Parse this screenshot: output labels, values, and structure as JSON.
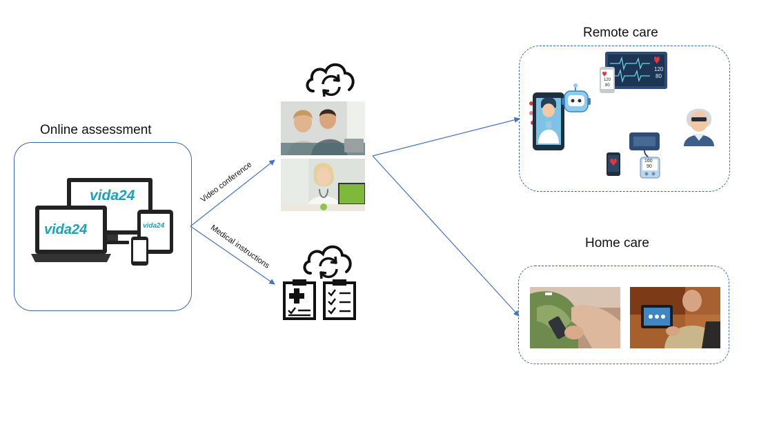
{
  "labels": {
    "online": "Online assessment",
    "remote": "Remote care",
    "home": "Home care",
    "video": "Video conference",
    "medical": "Medical instructions"
  },
  "devices": {
    "brand": "vida24",
    "brand_small": "vida24"
  },
  "monitor": {
    "value_top": "120",
    "value_bottom": "80"
  },
  "phone_monitor": {
    "value_top": "120",
    "value_bottom": "80"
  },
  "bp_meter": {
    "value_top": "160",
    "value_bottom": "90"
  },
  "colors": {
    "arrow": "#4472c4",
    "box_border": "#3c64a8",
    "brand_teal": "#1aa3b4",
    "heart_red": "#e0353b"
  }
}
